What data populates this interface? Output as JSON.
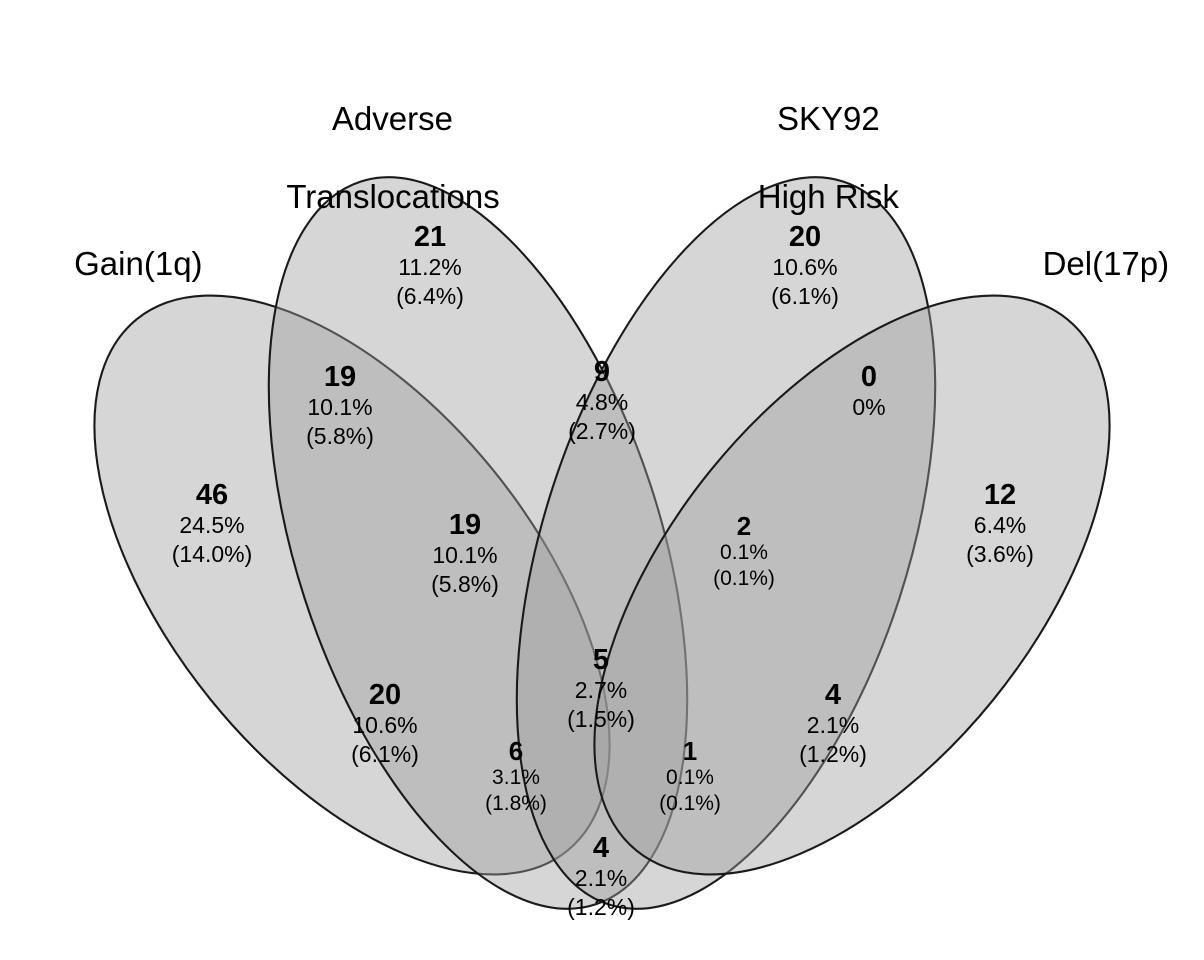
{
  "chart_data": {
    "type": "venn",
    "title": "",
    "sets": [
      {
        "id": "gain1q",
        "label": "Gain(1q)",
        "fill": "#b9b9b9"
      },
      {
        "id": "adverse_translocations",
        "label": "Adverse\nTranslocations",
        "fill": "#d8d8d8"
      },
      {
        "id": "sky92_high_risk",
        "label": "SKY92\nHigh Risk",
        "fill": "#d8d8d8"
      },
      {
        "id": "del17p",
        "label": "Del(17p)",
        "fill": "#ebebeb"
      }
    ],
    "value_format": "count / percent-of-subset / (percent-of-cohort)",
    "regions": [
      {
        "key": "A",
        "members": [
          "gain1q"
        ],
        "count": "46",
        "pct": "24.5%",
        "pct_cohort": "(14.0%)"
      },
      {
        "key": "B",
        "members": [
          "adverse_translocations"
        ],
        "count": "21",
        "pct": "11.2%",
        "pct_cohort": "(6.4%)"
      },
      {
        "key": "C",
        "members": [
          "sky92_high_risk"
        ],
        "count": "20",
        "pct": "10.6%",
        "pct_cohort": "(6.1%)"
      },
      {
        "key": "D",
        "members": [
          "del17p"
        ],
        "count": "12",
        "pct": "6.4%",
        "pct_cohort": "(3.6%)"
      },
      {
        "key": "AB",
        "members": [
          "gain1q",
          "adverse_translocations"
        ],
        "count": "19",
        "pct": "10.1%",
        "pct_cohort": "(5.8%)"
      },
      {
        "key": "BC",
        "members": [
          "adverse_translocations",
          "sky92_high_risk"
        ],
        "count": "9",
        "pct": "4.8%",
        "pct_cohort": "(2.7%)"
      },
      {
        "key": "CD",
        "members": [
          "sky92_high_risk",
          "del17p"
        ],
        "count": "0",
        "pct": "0%",
        "pct_cohort": ""
      },
      {
        "key": "ABC",
        "members": [
          "gain1q",
          "adverse_translocations",
          "sky92_high_risk"
        ],
        "count": "19",
        "pct": "10.1%",
        "pct_cohort": "(5.8%)"
      },
      {
        "key": "BCD",
        "members": [
          "adverse_translocations",
          "sky92_high_risk",
          "del17p"
        ],
        "count": "2",
        "pct": "0.1%",
        "pct_cohort": "(0.1%)"
      },
      {
        "key": "AC",
        "members": [
          "gain1q",
          "sky92_high_risk"
        ],
        "count": "20",
        "pct": "10.6%",
        "pct_cohort": "(6.1%)"
      },
      {
        "key": "ABCD",
        "members": [
          "gain1q",
          "adverse_translocations",
          "sky92_high_risk",
          "del17p"
        ],
        "count": "5",
        "pct": "2.7%",
        "pct_cohort": "(1.5%)"
      },
      {
        "key": "BD",
        "members": [
          "adverse_translocations",
          "del17p"
        ],
        "count": "4",
        "pct": "2.1%",
        "pct_cohort": "(1.2%)"
      },
      {
        "key": "ACD",
        "members": [
          "gain1q",
          "sky92_high_risk",
          "del17p"
        ],
        "count": "6",
        "pct": "3.1%",
        "pct_cohort": "(1.8%)"
      },
      {
        "key": "ABD",
        "members": [
          "gain1q",
          "adverse_translocations",
          "del17p"
        ],
        "count": "1",
        "pct": "0.1%",
        "pct_cohort": "(0.1%)"
      },
      {
        "key": "AD",
        "members": [
          "gain1q",
          "del17p"
        ],
        "count": "4",
        "pct": "2.1%",
        "pct_cohort": "(1.2%)"
      }
    ]
  },
  "labels": {
    "gain1q": "Gain(1q)",
    "adverse_line1": "Adverse",
    "adverse_line2": "Translocations",
    "sky92_line1": "SKY92",
    "sky92_line2": "High Risk",
    "del17p": "Del(17p)"
  },
  "regions": {
    "A": {
      "count": "46",
      "pct": "24.5%",
      "pct2": "(14.0%)"
    },
    "B": {
      "count": "21",
      "pct": "11.2%",
      "pct2": "(6.4%)"
    },
    "C": {
      "count": "20",
      "pct": "10.6%",
      "pct2": "(6.1%)"
    },
    "D": {
      "count": "12",
      "pct": "6.4%",
      "pct2": "(3.6%)"
    },
    "AB": {
      "count": "19",
      "pct": "10.1%",
      "pct2": "(5.8%)"
    },
    "BC": {
      "count": "9",
      "pct": "4.8%",
      "pct2": "(2.7%)"
    },
    "CD": {
      "count": "0",
      "pct": "0%",
      "pct2": ""
    },
    "ABC": {
      "count": "19",
      "pct": "10.1%",
      "pct2": "(5.8%)"
    },
    "BCD": {
      "count": "2",
      "pct": "0.1%",
      "pct2": "(0.1%)"
    },
    "AC": {
      "count": "20",
      "pct": "10.6%",
      "pct2": "(6.1%)"
    },
    "ABCD": {
      "count": "5",
      "pct": "2.7%",
      "pct2": "(1.5%)"
    },
    "BD": {
      "count": "4",
      "pct": "2.1%",
      "pct2": "(1.2%)"
    },
    "ACD": {
      "count": "6",
      "pct": "3.1%",
      "pct2": "(1.8%)"
    },
    "ABD": {
      "count": "1",
      "pct": "0.1%",
      "pct2": "(0.1%)"
    },
    "AD": {
      "count": "4",
      "pct": "2.1%",
      "pct2": "(1.2%)"
    }
  },
  "colors": {
    "background": "#ffffff",
    "stroke": "#1a1a1a",
    "text": "#000000",
    "ellipse_fill": "#cfcfcf"
  }
}
